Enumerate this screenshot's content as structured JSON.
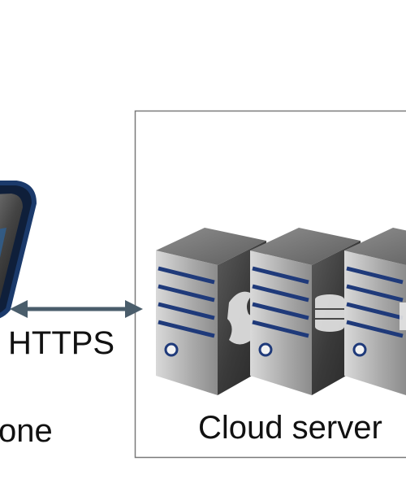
{
  "diagram": {
    "labels": {
      "connection": "HTTPS",
      "phone": "one",
      "cloud": "Cloud server"
    },
    "nodes": [
      {
        "id": "phone",
        "icon": "smartphone-icon"
      },
      {
        "id": "cloud",
        "icon": "server-rack-icon",
        "server_count": 3,
        "server_icons": [
          "globe-icon",
          "database-icon",
          "document-icon"
        ]
      }
    ],
    "edges": [
      {
        "from": "phone",
        "to": "cloud",
        "label": "HTTPS",
        "direction": "both"
      }
    ],
    "colors": {
      "arrow": "#4a5d6b",
      "box_border": "#7a7a7a",
      "server_stripe": "#1f3a7a",
      "phone_frame": "#1b3a6b",
      "text": "#111111"
    }
  }
}
